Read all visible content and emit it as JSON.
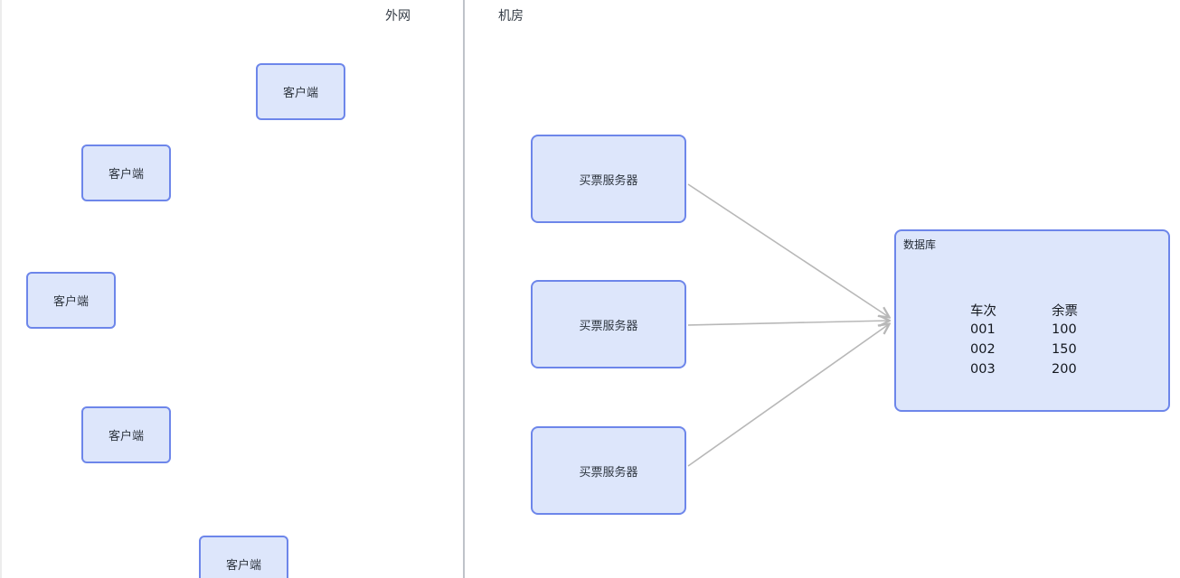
{
  "regions": {
    "external": {
      "label": "外网"
    },
    "server_room": {
      "label": "机房"
    }
  },
  "clients": [
    {
      "label": "客户端"
    },
    {
      "label": "客户端"
    },
    {
      "label": "客户端"
    },
    {
      "label": "客户端"
    },
    {
      "label": "客户端"
    }
  ],
  "servers": [
    {
      "label": "买票服务器"
    },
    {
      "label": "买票服务器"
    },
    {
      "label": "买票服务器"
    }
  ],
  "database": {
    "label": "数据库",
    "table": {
      "headers": [
        "车次",
        "余票"
      ],
      "rows": [
        [
          "001",
          "100"
        ],
        [
          "002",
          "150"
        ],
        [
          "003",
          "200"
        ]
      ]
    }
  },
  "colors": {
    "node_fill": "#dde6fb",
    "node_border": "#6d86ea",
    "arrow": "#b8b8b8",
    "divider": "#bfc3c9"
  }
}
